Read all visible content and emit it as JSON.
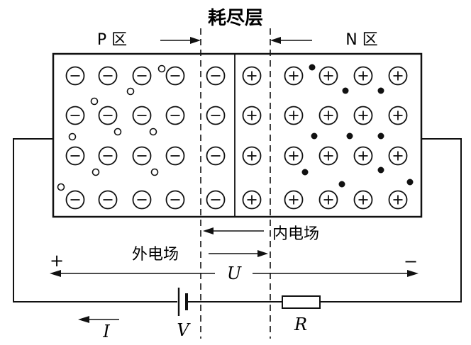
{
  "labels": {
    "depletion_layer": "耗尽层",
    "p_region": "P 区",
    "n_region": "N 区",
    "internal_field": "内电场",
    "external_field": "外电场",
    "plus_sign": "+",
    "minus_sign": "−",
    "voltage_u": "U",
    "current_i": "I",
    "source_v": "V",
    "resistor_r": "R"
  },
  "ion_symbols": {
    "negative": "−",
    "positive": "+"
  },
  "colors": {
    "line": "#111111",
    "background": "#ffffff"
  }
}
